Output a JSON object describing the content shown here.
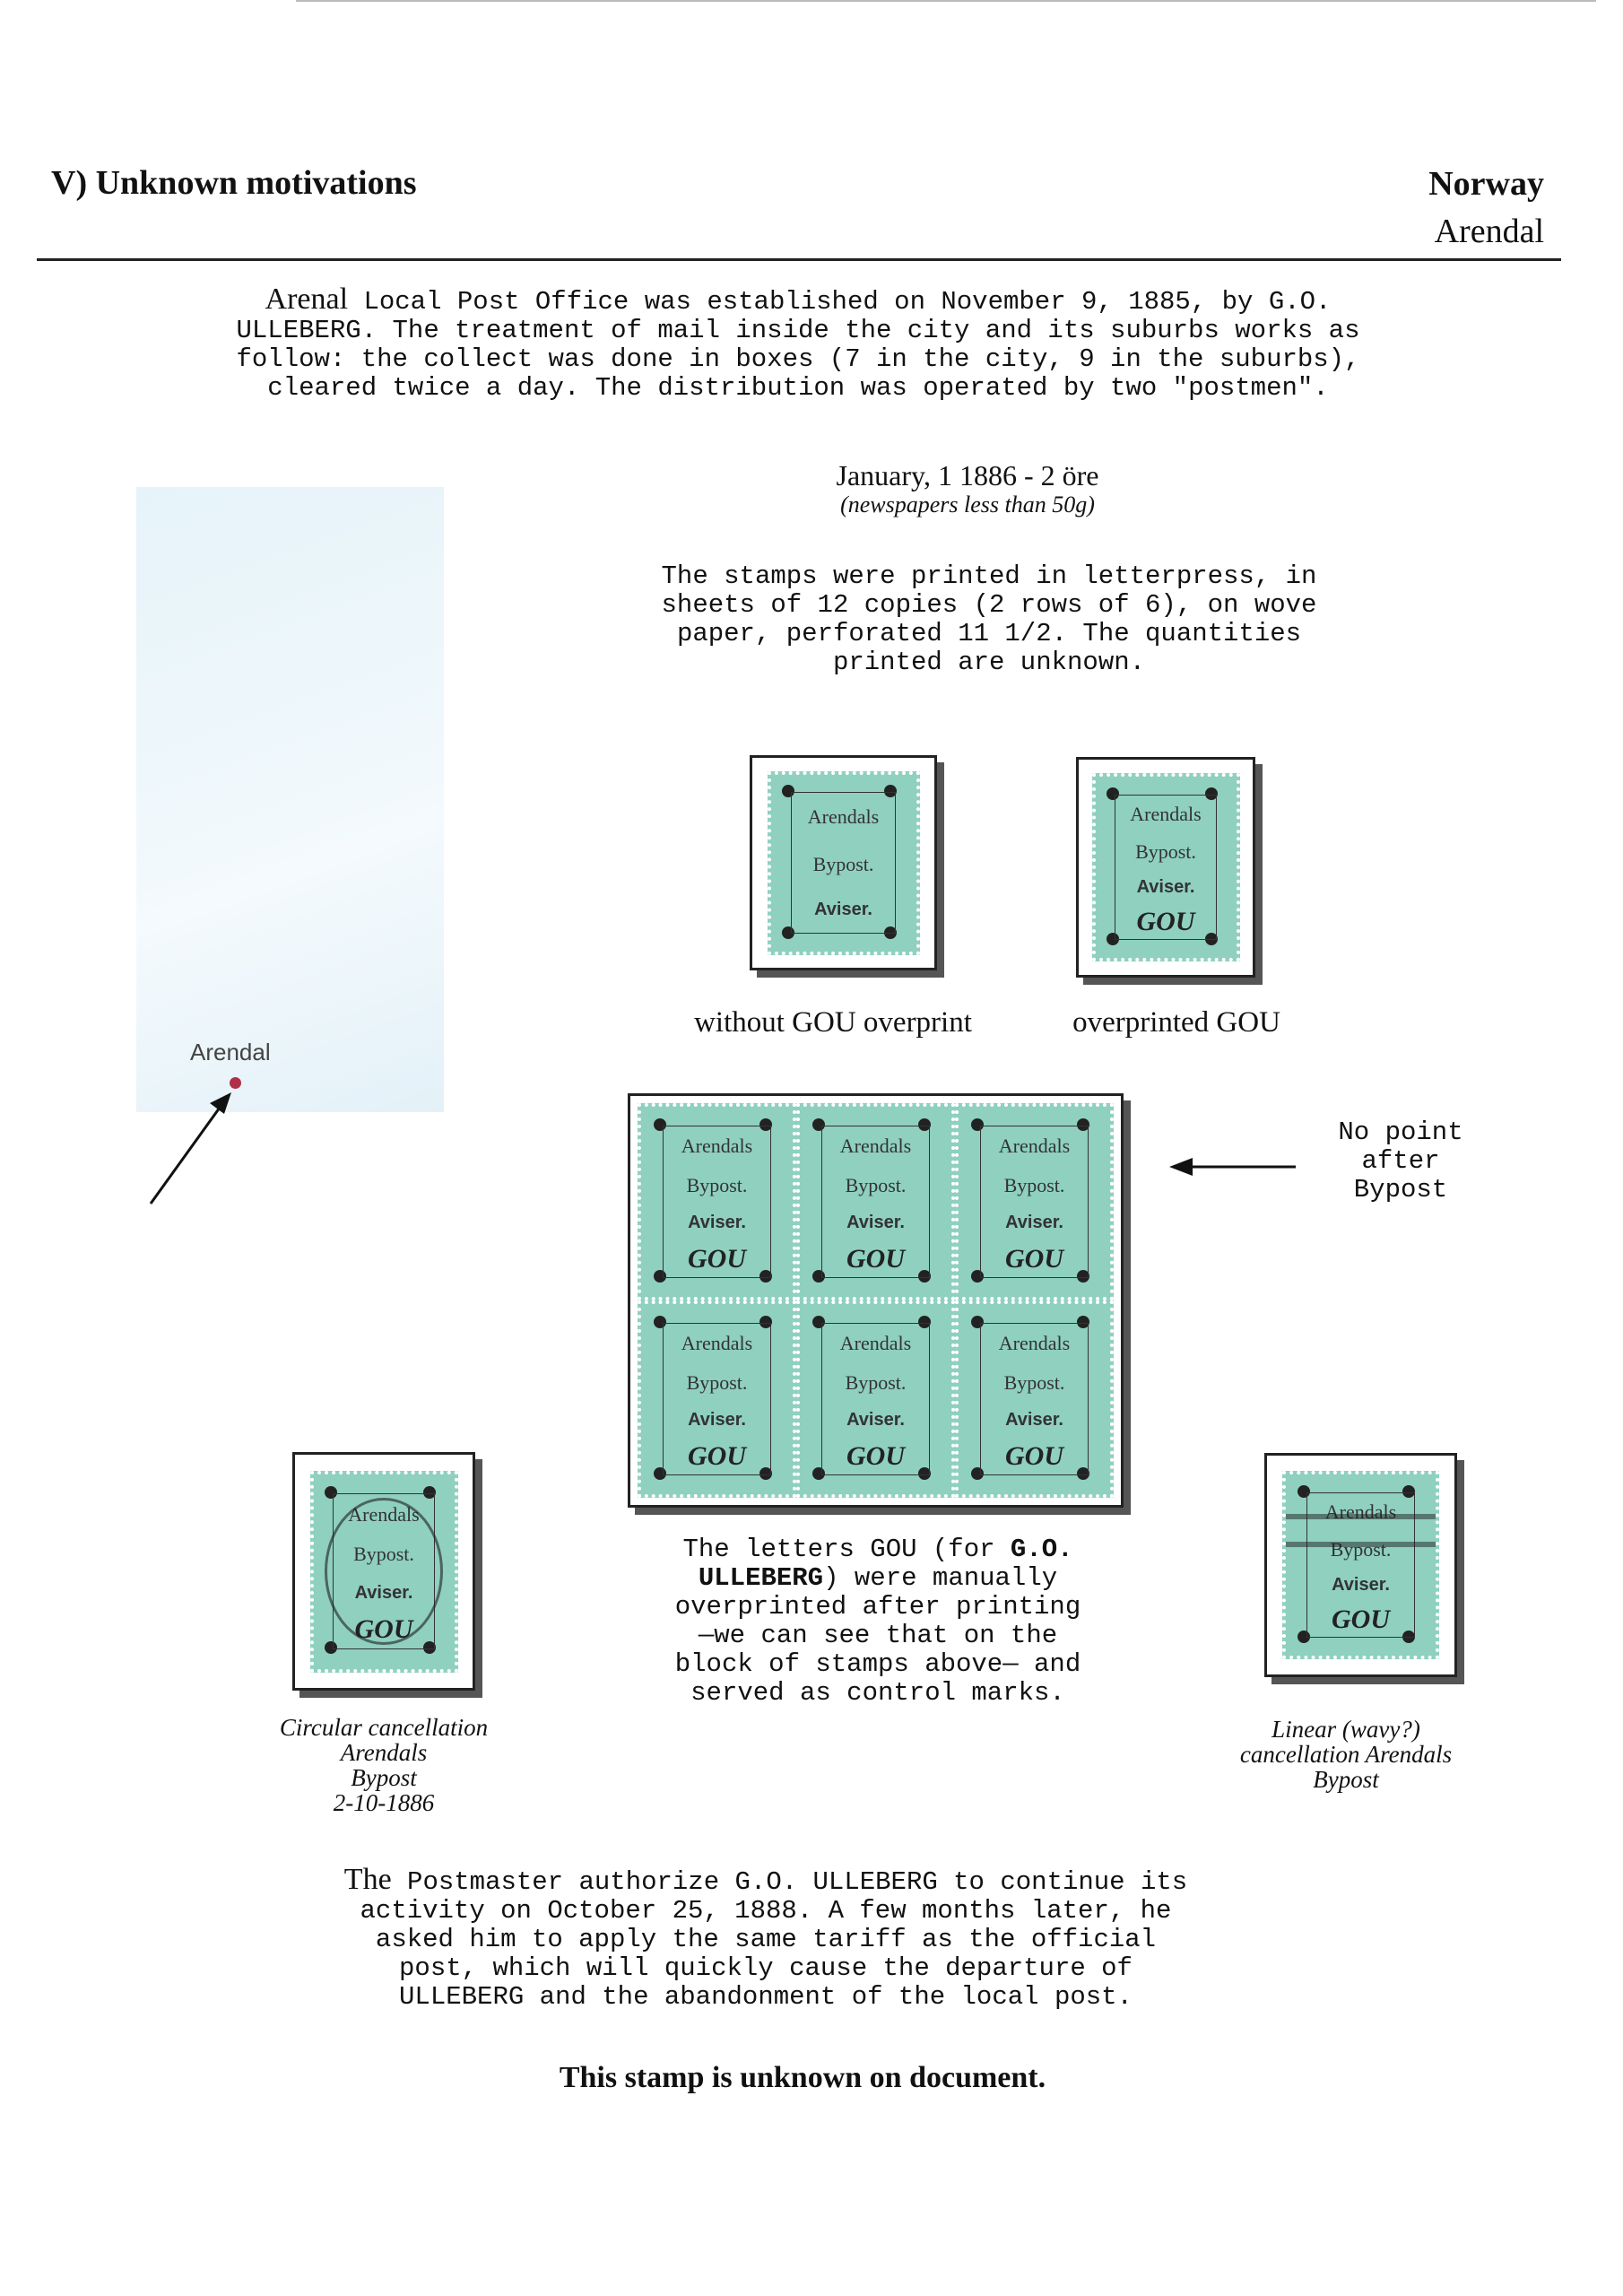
{
  "header": {
    "title": "V) Unknown motivations",
    "country": "Norway",
    "city": "Arendal"
  },
  "intro": {
    "lead": "Arenal",
    "text": " Local Post Office was established on November 9, 1885, by G.O.\nULLEBERG. The treatment of mail inside the city and its suburbs works as\nfollow: the collect was done in boxes (7 in the city, 9 in the suburbs),\ncleared twice a day. The distribution was operated by two \"postmen\"."
  },
  "issue": {
    "date": "January, 1 1886 - 2 öre",
    "note": "(newspapers less than 50g)"
  },
  "printing": "The stamps were printed in letterpress, in\nsheets of 12 copies (2 rows of 6), on wove\npaper, perforated 11 1/2. The quantities\nprinted are unknown.",
  "map": {
    "label": "Arendal"
  },
  "stamp_text": {
    "line1": "Arendals",
    "line2": "Bypost.",
    "line3": "Aviser.",
    "overprint": "GOU"
  },
  "singles": [
    {
      "caption": "without GOU overprint",
      "overprinted": false
    },
    {
      "caption": "overprinted GOU",
      "overprinted": true
    }
  ],
  "block_note": "No point\nafter\nBypost",
  "gou_text": {
    "p1": "The letters GOU (for ",
    "b1": "G.O.\nULLEBERG",
    "p2": ") were manually\noverprinted after printing\n—we can see that on the\nblock of stamps above— and\nserved as control marks."
  },
  "left_stamp": {
    "caption": "Circular cancellation\nArendals\nBypost\n2-10-1886"
  },
  "right_stamp": {
    "caption": "Linear (wavy?)\ncancellation Arendals\nBypost"
  },
  "closing": {
    "lead": "The",
    "text": " Postmaster authorize G.O. ULLEBERG to continue its\nactivity on October 25, 1888. A few months later, he\nasked him to apply the same tariff as the official\npost, which will quickly cause the departure of\nULLEBERG and the abandonment of the local post."
  },
  "final": "This stamp is unknown on document."
}
